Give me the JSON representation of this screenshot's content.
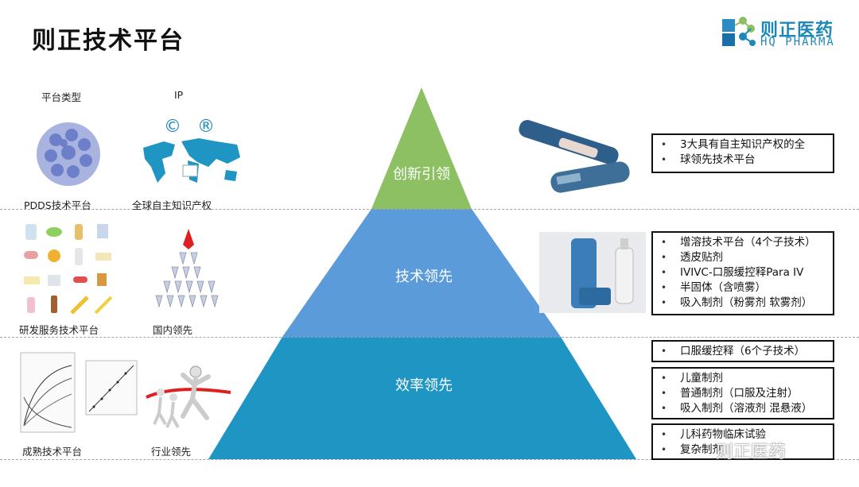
{
  "title": "则正技术平台",
  "logo": {
    "cn": "则正医药",
    "en": "HQ PHARMA"
  },
  "watermark": "则正医药",
  "pyramid": {
    "tiers": [
      {
        "label": "创新引领",
        "color": "#8cc063"
      },
      {
        "label": "技术领先",
        "color": "#5b9bd9"
      },
      {
        "label": "效率领先",
        "color": "#1e95c3"
      }
    ]
  },
  "left_labels": {
    "row1_header_a": "平台类型",
    "row1_header_b": "IP",
    "row1_a": "PDDS技术平台",
    "row1_b": "全球自主知识产权",
    "row2_a": "研发服务技术平台",
    "row2_b": "国内领先",
    "row3_a": "成熟技术平台",
    "row3_b": "行业领先"
  },
  "boxes": [
    {
      "items": [
        "3大具有自主知识产权的全",
        "球领先技术平台"
      ]
    },
    {
      "items": [
        "增溶技术平台（4个子技术）",
        "透皮贴剂",
        "IVIVC-口服缓控释Para IV",
        "半固体（含喷雾）",
        "吸入制剂（粉雾剂 软雾剂）"
      ]
    },
    {
      "items": [
        "口服缓控释（6个子技术）"
      ]
    },
    {
      "items": [
        "儿童制剂",
        "普通制剂（口服及注射）",
        "吸入制剂（溶液剂 混悬液）"
      ]
    },
    {
      "items": [
        "儿科药物临床试验",
        "复杂制剂"
      ]
    }
  ],
  "icons": {
    "ip_marks": [
      "©",
      "®"
    ]
  }
}
